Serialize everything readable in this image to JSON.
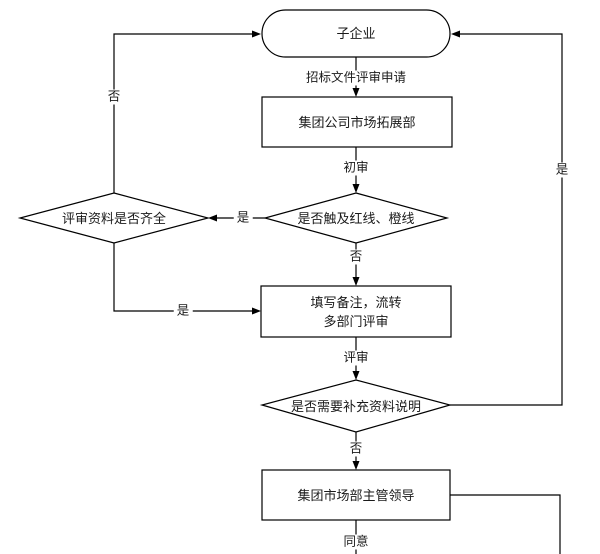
{
  "nodes": {
    "start": {
      "label": "子企业"
    },
    "market_dept": {
      "label": "集团公司市场拓展部"
    },
    "redline_check": {
      "label": "是否触及红线、橙线"
    },
    "material_check": {
      "label": "评审资料是否齐全"
    },
    "fill_remarks": {
      "line1": "填写备注，流转",
      "line2": "多部门评审"
    },
    "supplement_check": {
      "label": "是否需要补充资料说明"
    },
    "leader": {
      "label": "集团市场部主管领导"
    }
  },
  "edge_labels": {
    "bid_review_request": "招标文件评审申请",
    "initial_review": "初审",
    "review": "评审",
    "agree": "同意",
    "yes_between_diamonds": "是",
    "yes_to_fill_remarks": "是",
    "yes_right_return": "是",
    "no_below_redline": "否",
    "no_below_supplement": "否",
    "no_left_return": "否"
  },
  "colors": {
    "line": "#000000",
    "background": "#ffffff",
    "shape_fill": "#ffffff",
    "text": "#1a1a1a"
  }
}
